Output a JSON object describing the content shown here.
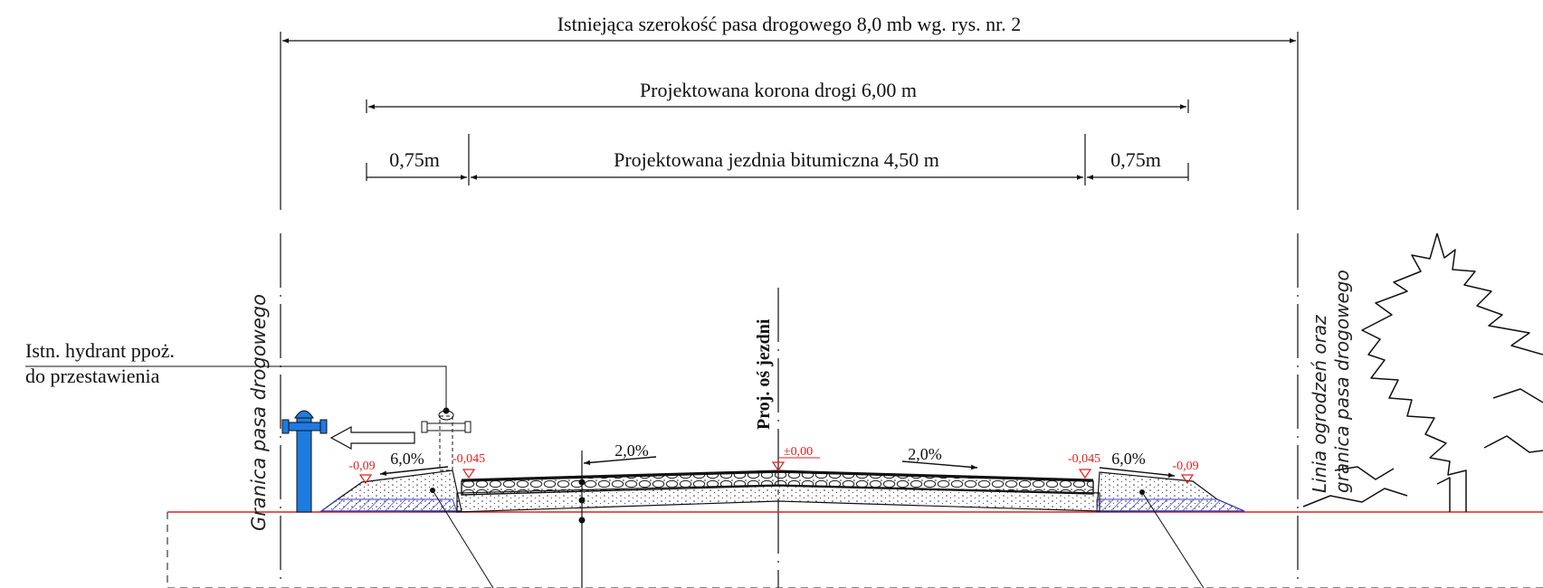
{
  "dimensions": {
    "road_strip_width": "Istniejąca szerokość pasa drogowego 8,0 mb wg. rys. nr. 2",
    "road_crown": "Projektowana korona drogi 6,00 m",
    "shoulder_left": "0,75m",
    "carriageway": "Projektowana jezdnia bitumiczna  4,50 m",
    "shoulder_right": "0,75m"
  },
  "labels": {
    "boundary_left": "Granica  pasa  drogowego",
    "hydrant_line1": "Istn. hydrant ppoż.",
    "hydrant_line2": "do przestawienia",
    "axis_label": "Proj. oś jezdni",
    "fence_line1": "Linia  ogrodzeń  oraz",
    "fence_line2": "granica  pasa  drogowego"
  },
  "slopes": {
    "left_shoulder": "6,0%",
    "left_lane": "2,0%",
    "right_lane": "2,0%",
    "right_shoulder": "6,0%"
  },
  "levels": {
    "left_edge": "-0,09",
    "left_pavement": "-0,045",
    "axis": "±0,00",
    "right_pavement": "-0,045",
    "right_edge": "-0,09"
  },
  "colors": {
    "line": "#111111",
    "ground_line": "#e02020",
    "level_marks": "#e02020",
    "hydrant_new": "#1e7be0",
    "hatch": "#3a3ad0"
  }
}
